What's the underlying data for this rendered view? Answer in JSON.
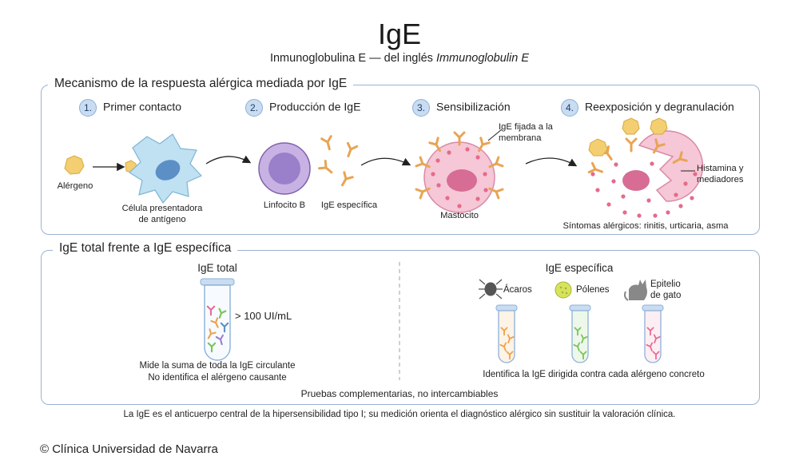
{
  "header": {
    "title": "IgE",
    "subtitle_plain": "Inmunoglobulina E — del inglés ",
    "subtitle_italic": "Immunoglobulin E"
  },
  "mechanism": {
    "title": "Mecanismo de la respuesta alérgica mediada por IgE",
    "steps": [
      {
        "num": "1.",
        "label": "Primer contacto"
      },
      {
        "num": "2.",
        "label": "Producción de IgE"
      },
      {
        "num": "3.",
        "label": "Sensibilización"
      },
      {
        "num": "4.",
        "label": "Reexposición y degranulación"
      }
    ],
    "labels": {
      "allergen": "Alérgeno",
      "apc": "Célula presentadora de antígeno",
      "lymphocyte": "Linfocito B",
      "specific_ige": "IgE específica",
      "membrane_ige": "IgE fijada a la membrana",
      "mast_cell": "Mastocito",
      "histamine": "Histamina y mediadores",
      "symptoms": "Síntomas alérgicos: rinitis, urticaria, asma"
    }
  },
  "comparison": {
    "title": "IgE total frente a IgE específica",
    "total": {
      "heading": "IgE total",
      "value": "> 100 UI/mL",
      "desc1": "Mide la suma de toda la IgE circulante",
      "desc2": "No identifica el alérgeno causante"
    },
    "specific": {
      "heading": "IgE específica",
      "allergens": [
        "Ácaros",
        "Pólenes",
        "Epitelio de gato"
      ],
      "desc": "Identifica la IgE dirigida contra cada alérgeno concreto"
    },
    "footer": "Pruebas complementarias, no intercambiables"
  },
  "note": "La IgE es el anticuerpo central de la hipersensibilidad tipo I; su medición orienta el diagnóstico alérgico sin sustituir la valoración clínica.",
  "copyright": "© Clínica Universidad de Navarra",
  "colors": {
    "panel_border": "#9bb3d3",
    "allergen": "#f3cf72",
    "apc": "#bfe1f2",
    "lymphocyte": "#c8b2e3",
    "antibody": "#e8a453",
    "mast_cell": "#f6c7d6",
    "granule": "#e46b8b",
    "tube_orange": "#f0a04b",
    "tube_green": "#79c35b",
    "tube_pink": "#e86b93"
  }
}
